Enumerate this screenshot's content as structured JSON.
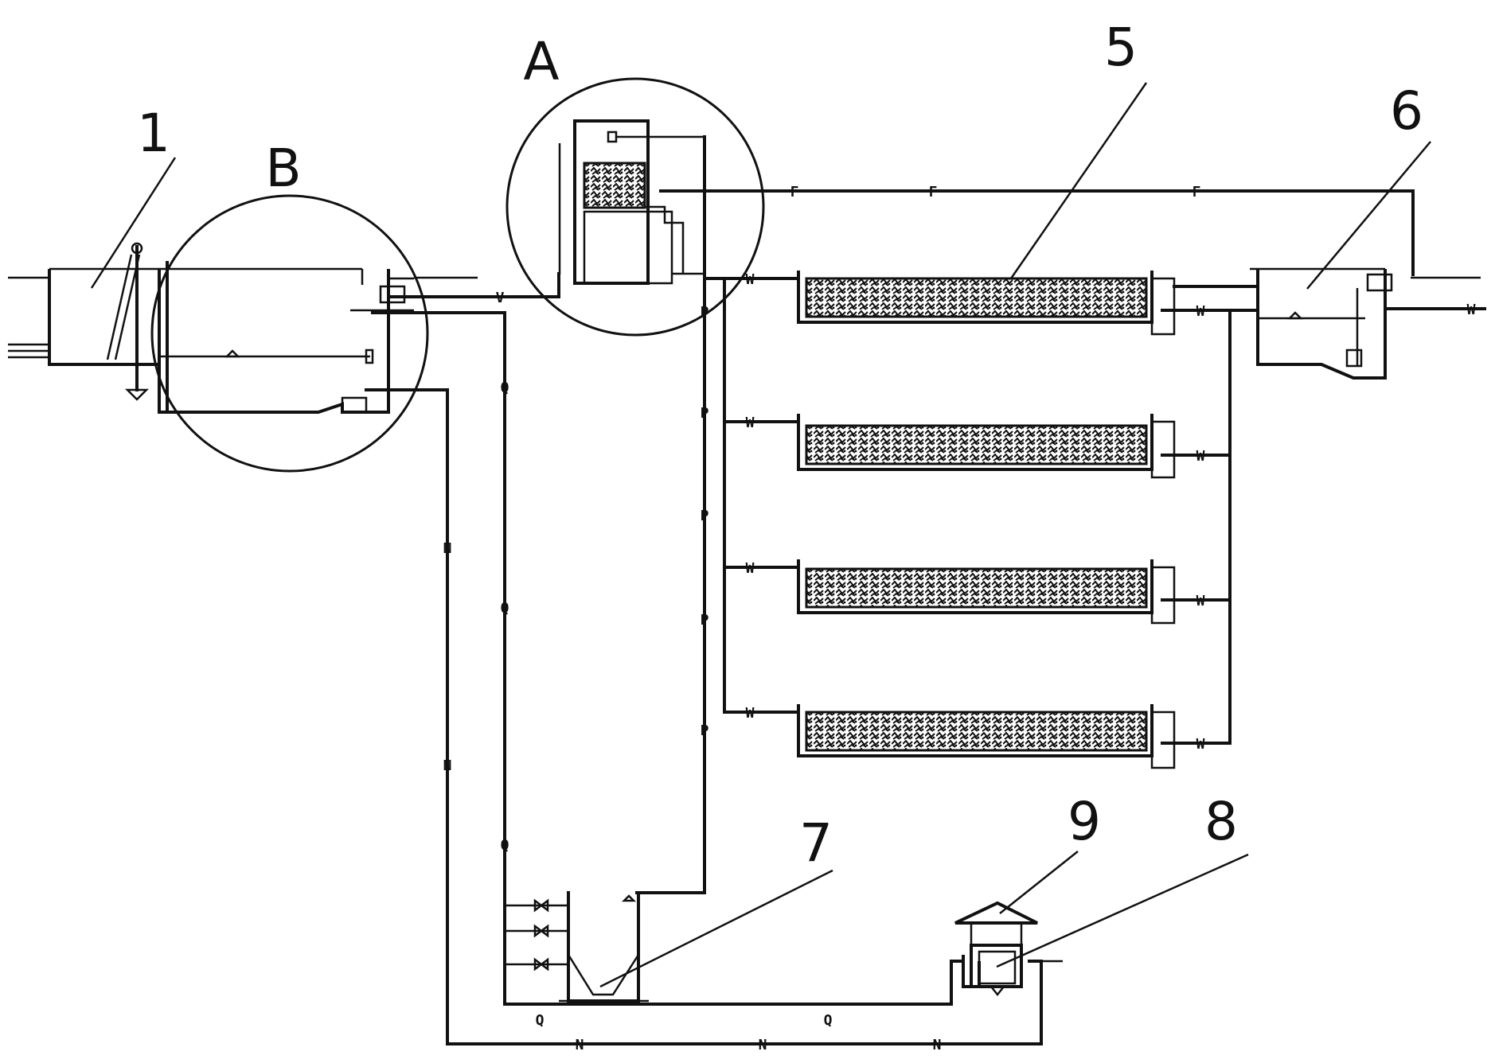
{
  "labels": {
    "l1": "1",
    "lB": "B",
    "lA": "A",
    "l5": "5",
    "l6": "6",
    "l7": "7",
    "l8": "8",
    "l9": "9"
  },
  "pipe_codes": {
    "W": "W",
    "F": "F",
    "Q": "Q",
    "N": "N",
    "V": "V"
  }
}
